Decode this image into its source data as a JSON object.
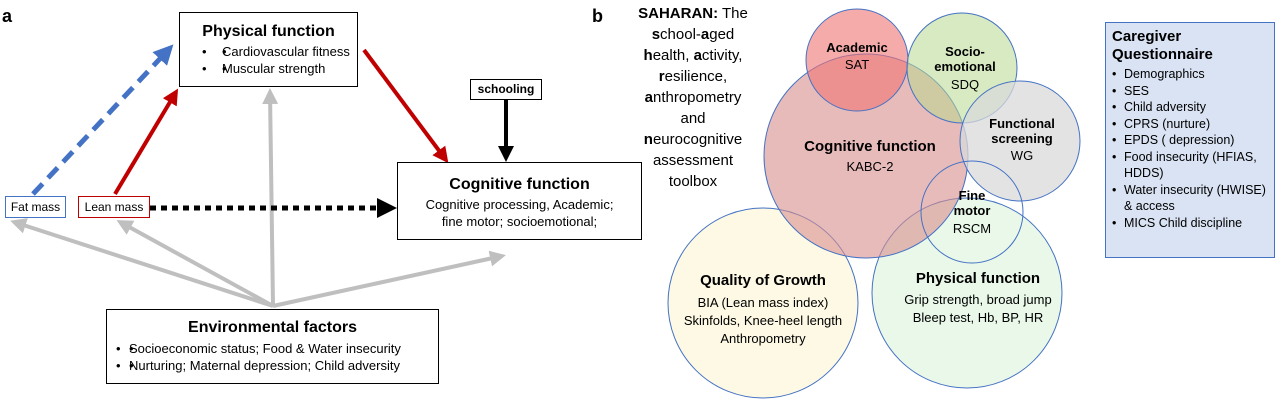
{
  "panel_a": {
    "label": "a",
    "physical_function": {
      "title": "Physical function",
      "items": [
        "Cardiovascular fitness",
        "Muscular strength"
      ]
    },
    "schooling": "schooling",
    "cognitive_function": {
      "title": "Cognitive function",
      "lines": [
        "Cognitive processing, Academic;",
        "fine motor; socioemotional;"
      ]
    },
    "fat_mass": "Fat mass",
    "lean_mass": "Lean mass",
    "environmental_factors": {
      "title": "Environmental factors",
      "items": [
        "Socioeconomic status; Food & Water insecurity",
        "Nurturing; Maternal depression; Child adversity"
      ]
    },
    "colors": {
      "red_arrow": "#c00000",
      "blue_dashed": "#4472c4",
      "grey_arrow": "#bfbfbf",
      "black_arrow": "#000000"
    }
  },
  "panel_b": {
    "label": "b",
    "saharan": {
      "lead": "SAHARAN:",
      "rest_first": " The",
      "lines": [
        {
          "bold": "s",
          "rest": "chool-",
          "bold2": "a",
          "rest2": "ged"
        },
        {
          "bold": "h",
          "rest": "ealth, ",
          "bold2": "a",
          "rest2": "ctivity,"
        },
        {
          "bold": "r",
          "rest": "esilience,",
          "bold2": "",
          "rest2": ""
        },
        {
          "bold": "a",
          "rest": "nthropometry",
          "bold2": "",
          "rest2": ""
        },
        {
          "bold": "",
          "rest": "and",
          "bold2": "",
          "rest2": ""
        },
        {
          "bold": "n",
          "rest": "eurocognitive",
          "bold2": "",
          "rest2": ""
        },
        {
          "bold": "",
          "rest": "assessment",
          "bold2": "",
          "rest2": ""
        },
        {
          "bold": "",
          "rest": "toolbox",
          "bold2": "",
          "rest2": ""
        }
      ]
    },
    "circles": {
      "academic": {
        "title": "Academic",
        "sub": "SAT",
        "color": "#f4a5a5"
      },
      "socio_emotional": {
        "title_lines": [
          "Socio-",
          "emotional"
        ],
        "sub": "SDQ",
        "color": "#cfe8b0"
      },
      "cognitive": {
        "title": "Cognitive function",
        "sub": "KABC-2",
        "color": "#e3a9a9"
      },
      "functional_screening": {
        "title_lines": [
          "Functional",
          "screening"
        ],
        "sub": "WG",
        "color": "#e3e3e3"
      },
      "fine_motor": {
        "title_lines": [
          "Fine",
          "motor"
        ],
        "sub": "RSCM"
      },
      "quality_of_growth": {
        "title": "Quality of Growth",
        "lines": [
          "BIA (Lean mass index)",
          "Skinfolds, Knee-heel length",
          "Anthropometry"
        ],
        "color": "#fdf8e1"
      },
      "physical_function": {
        "title": "Physical function",
        "lines": [
          "Grip strength, broad jump",
          "Bleep test, Hb, BP, HR"
        ],
        "color": "#e2f5e2"
      }
    },
    "caregiver": {
      "title_lines": [
        "Caregiver",
        "Questionnaire"
      ],
      "items": [
        "Demographics",
        "SES",
        "Child adversity",
        "CPRS (nurture)",
        "EPDS ( depression)",
        "Food insecurity (HFIAS, HDDS)",
        "Water insecurity (HWISE) & access",
        "MICS Child discipline"
      ],
      "bg_color": "#dae3f3"
    }
  }
}
